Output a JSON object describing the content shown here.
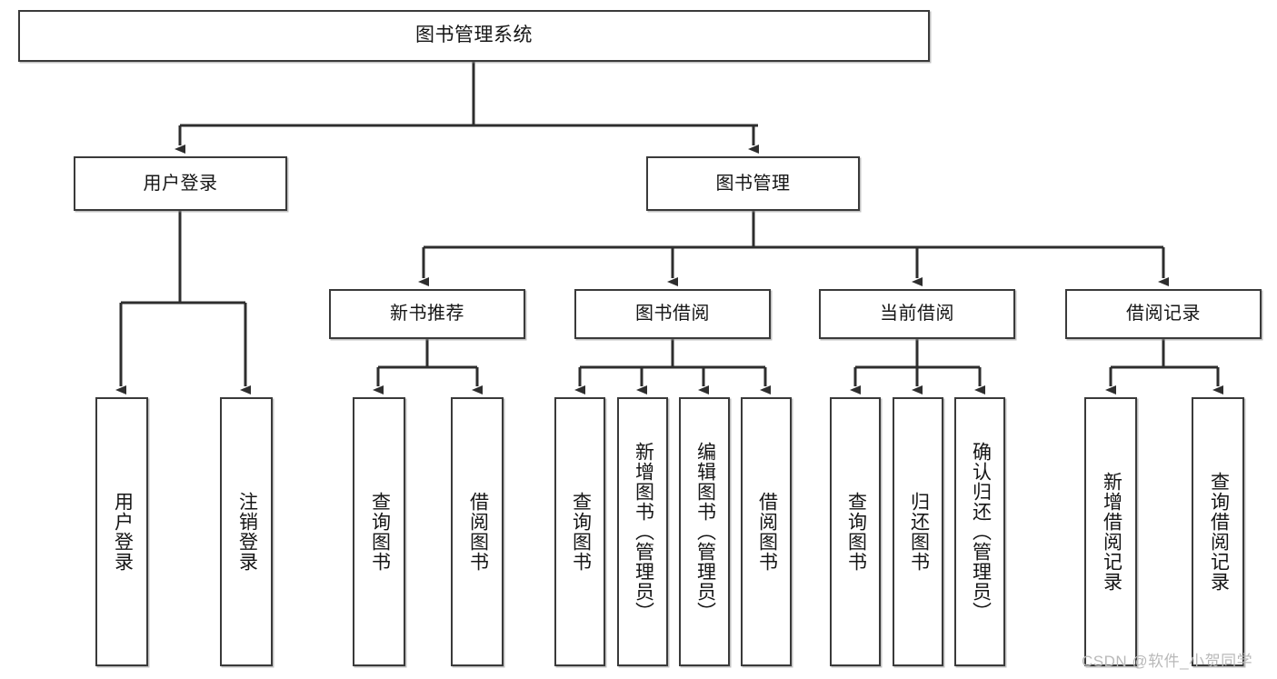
{
  "diagram": {
    "title": "图书管理系统",
    "watermark": "CSDN @软件_小贺同学",
    "root": {
      "label": "图书管理系统"
    },
    "level2": [
      {
        "label": "用户登录"
      },
      {
        "label": "图书管理"
      }
    ],
    "level3": [
      {
        "label": "新书推荐"
      },
      {
        "label": "图书借阅"
      },
      {
        "label": "当前借阅"
      },
      {
        "label": "借阅记录"
      }
    ],
    "leaves": [
      {
        "label": "用户登录"
      },
      {
        "label": "注销登录"
      },
      {
        "label": "查询图书"
      },
      {
        "label": "借阅图书"
      },
      {
        "label": "查询图书"
      },
      {
        "label": "新增图书（管理员）"
      },
      {
        "label": "编辑图书（管理员）"
      },
      {
        "label": "借阅图书"
      },
      {
        "label": "查询图书"
      },
      {
        "label": "归还图书"
      },
      {
        "label": "确认归还（管理员）"
      },
      {
        "label": "新增借阅记录"
      },
      {
        "label": "查询借阅记录"
      }
    ]
  },
  "colors": {
    "stroke": "#3a3a3a",
    "box_fill": "#ffffff",
    "text": "#151515",
    "watermark": "#b9b9b9",
    "background": "#ffffff"
  }
}
